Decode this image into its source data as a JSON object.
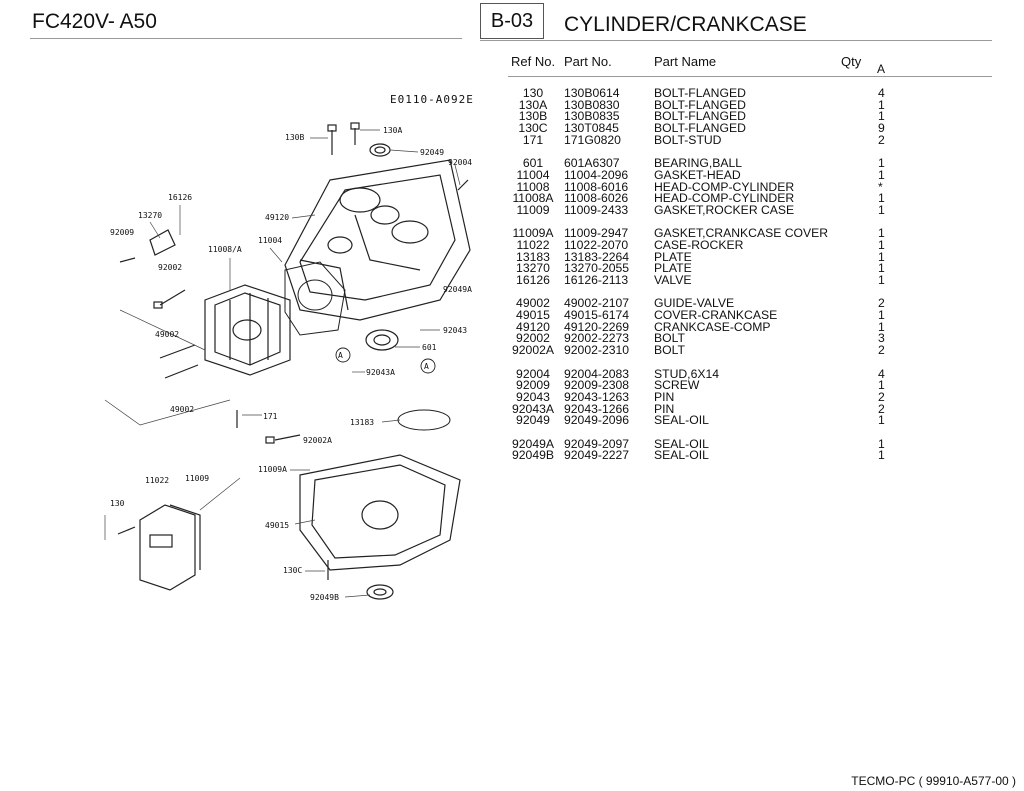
{
  "header": {
    "model": "FC420V- A50",
    "section_code": "B-03",
    "section_title": "CYLINDER/CRANKCASE"
  },
  "columns": {
    "ref": "Ref No.",
    "part": "Part No.",
    "name": "Part Name",
    "qty": "Qty",
    "col_a": "A"
  },
  "diagram": {
    "code": "E0110-A092E",
    "callouts": [
      "130B",
      "130A",
      "92049",
      "92004",
      "16126",
      "13270",
      "92009",
      "49120",
      "11004",
      "11008/A",
      "92002",
      "92049A",
      "49002",
      "92043",
      "601",
      "92043A",
      "A",
      "A",
      "49002",
      "171",
      "13183",
      "92002A",
      "11009A",
      "11022",
      "11009",
      "130",
      "49015",
      "130C",
      "92049B"
    ]
  },
  "parts": [
    {
      "ref": "130",
      "part": "130B0614",
      "name": "BOLT-FLANGED",
      "qty": "4"
    },
    {
      "ref": "130A",
      "part": "130B0830",
      "name": "BOLT-FLANGED",
      "qty": "1"
    },
    {
      "ref": "130B",
      "part": "130B0835",
      "name": "BOLT-FLANGED",
      "qty": "1"
    },
    {
      "ref": "130C",
      "part": "130T0845",
      "name": "BOLT-FLANGED",
      "qty": "9"
    },
    {
      "ref": "171",
      "part": "171G0820",
      "name": "BOLT-STUD",
      "qty": "2"
    },
    {
      "ref": "601",
      "part": "601A6307",
      "name": "BEARING,BALL",
      "qty": "1",
      "gap": true
    },
    {
      "ref": "11004",
      "part": "11004-2096",
      "name": "GASKET-HEAD",
      "qty": "1"
    },
    {
      "ref": "11008",
      "part": "11008-6016",
      "name": "HEAD-COMP-CYLINDER",
      "qty": "*"
    },
    {
      "ref": "11008A",
      "part": "11008-6026",
      "name": "HEAD-COMP-CYLINDER",
      "qty": "1"
    },
    {
      "ref": "11009",
      "part": "11009-2433",
      "name": "GASKET,ROCKER CASE",
      "qty": "1"
    },
    {
      "ref": "11009A",
      "part": "11009-2947",
      "name": "GASKET,CRANKCASE COVER",
      "qty": "1",
      "gap": true
    },
    {
      "ref": "11022",
      "part": "11022-2070",
      "name": "CASE-ROCKER",
      "qty": "1"
    },
    {
      "ref": "13183",
      "part": "13183-2264",
      "name": "PLATE",
      "qty": "1"
    },
    {
      "ref": "13270",
      "part": "13270-2055",
      "name": "PLATE",
      "qty": "1"
    },
    {
      "ref": "16126",
      "part": "16126-2113",
      "name": "VALVE",
      "qty": "1"
    },
    {
      "ref": "49002",
      "part": "49002-2107",
      "name": "GUIDE-VALVE",
      "qty": "2",
      "gap": true
    },
    {
      "ref": "49015",
      "part": "49015-6174",
      "name": "COVER-CRANKCASE",
      "qty": "1"
    },
    {
      "ref": "49120",
      "part": "49120-2269",
      "name": "CRANKCASE-COMP",
      "qty": "1"
    },
    {
      "ref": "92002",
      "part": "92002-2273",
      "name": "BOLT",
      "qty": "3"
    },
    {
      "ref": "92002A",
      "part": "92002-2310",
      "name": "BOLT",
      "qty": "2"
    },
    {
      "ref": "92004",
      "part": "92004-2083",
      "name": "STUD,6X14",
      "qty": "4",
      "gap": true
    },
    {
      "ref": "92009",
      "part": "92009-2308",
      "name": "SCREW",
      "qty": "1"
    },
    {
      "ref": "92043",
      "part": "92043-1263",
      "name": "PIN",
      "qty": "2"
    },
    {
      "ref": "92043A",
      "part": "92043-1266",
      "name": "PIN",
      "qty": "2"
    },
    {
      "ref": "92049",
      "part": "92049-2096",
      "name": "SEAL-OIL",
      "qty": "1"
    },
    {
      "ref": "92049A",
      "part": "92049-2097",
      "name": "SEAL-OIL",
      "qty": "1",
      "gap": true
    },
    {
      "ref": "92049B",
      "part": "92049-2227",
      "name": "SEAL-OIL",
      "qty": "1"
    }
  ],
  "footer": "TECMO-PC ( 99910-A577-00 )",
  "colors": {
    "text": "#111111",
    "rule": "#9a9a9a",
    "drawing": "#222222"
  }
}
